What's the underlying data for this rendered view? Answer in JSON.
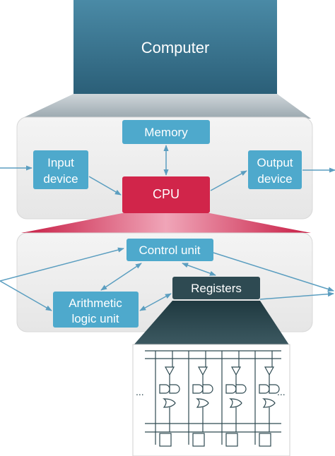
{
  "diagram": {
    "computer": {
      "label": "Computer"
    },
    "system": {
      "memory": "Memory",
      "input_device": [
        "Input",
        "device"
      ],
      "output_device": [
        "Output",
        "device"
      ],
      "cpu": "CPU"
    },
    "cpu_internals": {
      "control_unit": "Control unit",
      "alu": [
        "Arithmetic",
        "logic unit"
      ],
      "registers": "Registers"
    },
    "register_circuit": {
      "left_ellipsis": "...",
      "right_ellipsis": "..."
    }
  },
  "colors": {
    "computer_box": "#376e86",
    "panel": "#efefef",
    "box_blue": "#4ea9cc",
    "cpu_red": "#d1254a",
    "registers_dark": "#2e4a52",
    "arrow": "#5b9ec0"
  }
}
